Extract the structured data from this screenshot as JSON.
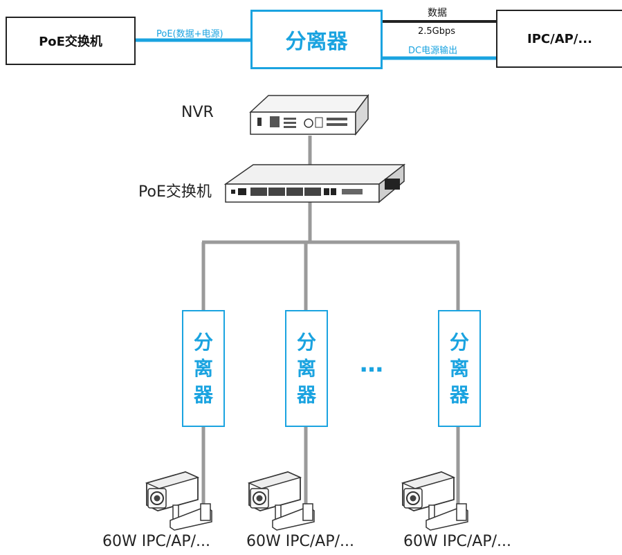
{
  "colors": {
    "accent": "#1aa3e0",
    "line": "#9a9a9a",
    "dark": "#222222"
  },
  "top_row": {
    "switch_label": "PoE交换机",
    "splitter_label": "分离器",
    "device_label": "IPC/AP/...",
    "poe_link_label": "PoE(数据+电源)",
    "data_label": "数据",
    "speed_label": "2.5Gbps",
    "dc_label": "DC电源输出"
  },
  "topology": {
    "nvr_label": "NVR",
    "switch_label": "PoE交换机",
    "splitters": [
      {
        "label": [
          "分",
          "离",
          "器"
        ]
      },
      {
        "label": [
          "分",
          "离",
          "器"
        ]
      },
      {
        "label": [
          "分",
          "离",
          "器"
        ]
      }
    ],
    "ellipsis": "…",
    "devices": [
      {
        "label": "60W IPC/AP/..."
      },
      {
        "label": "60W IPC/AP/..."
      },
      {
        "label": "60W IPC/AP/..."
      }
    ]
  }
}
